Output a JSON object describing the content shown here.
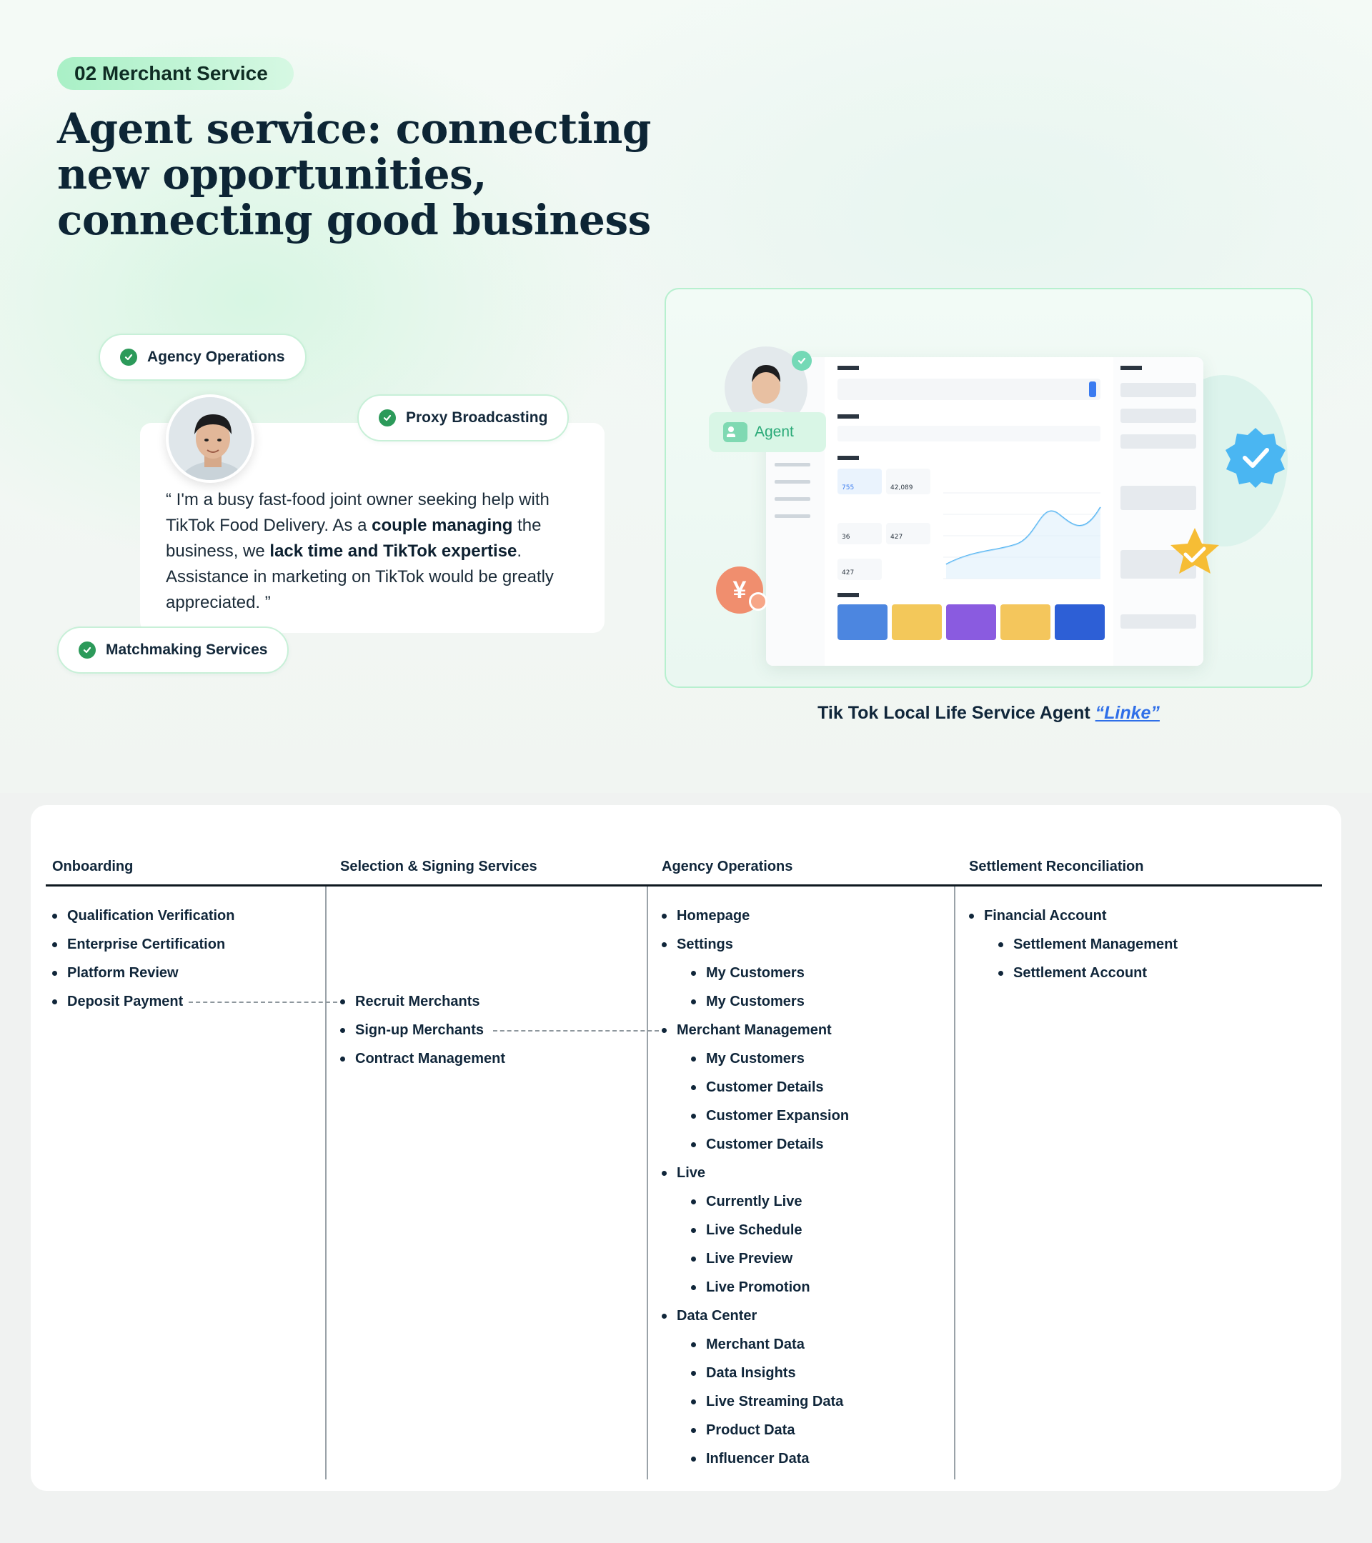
{
  "section_tag": "02 Merchant Service",
  "hero": {
    "title_lines": [
      "Agent service: connecting",
      "new opportunities,",
      "connecting good business"
    ]
  },
  "chips": {
    "agency_operations": "Agency Operations",
    "proxy_broadcasting": "Proxy Broadcasting",
    "matchmaking_services": "Matchmaking Services"
  },
  "quote": {
    "open": "“ I'm a busy fast-food joint owner seeking help with TikTok Food Delivery. As a ",
    "bold1": "couple managing",
    "mid1": " the business, we ",
    "bold2": "lack time and TikTok expertise",
    "end": ". Assistance in marketing on TikTok would be greatly appreciated. ”"
  },
  "showcase": {
    "agent_label": "Agent",
    "caption_text": "Tik Tok Local Life Service Agent ",
    "caption_link": "“Linke”",
    "dashboard": {
      "metrics": [
        "755",
        "42,089",
        "36",
        "427",
        "427"
      ],
      "accent": "#3aa0f0"
    }
  },
  "sitemap": {
    "columns": [
      {
        "title": "Onboarding",
        "items": [
          {
            "label": "Qualification Verification",
            "level": 1
          },
          {
            "label": "Enterprise Certification",
            "level": 1
          },
          {
            "label": "Platform Review",
            "level": 1
          },
          {
            "label": "Deposit Payment",
            "level": 1
          }
        ]
      },
      {
        "title": "Selection & Signing Services",
        "items": [
          {
            "label": "Recruit Merchants",
            "level": 1
          },
          {
            "label": "Sign-up Merchants",
            "level": 1
          },
          {
            "label": "Contract Management",
            "level": 1
          }
        ]
      },
      {
        "title": "Agency Operations",
        "items": [
          {
            "label": "Homepage",
            "level": 1
          },
          {
            "label": "Settings",
            "level": 1
          },
          {
            "label": "My Customers",
            "level": 2
          },
          {
            "label": "My Customers",
            "level": 2
          },
          {
            "label": "Merchant Management",
            "level": 1
          },
          {
            "label": "My Customers",
            "level": 2
          },
          {
            "label": "Customer Details",
            "level": 2
          },
          {
            "label": "Customer Expansion",
            "level": 2
          },
          {
            "label": "Customer Details",
            "level": 2
          },
          {
            "label": "Live",
            "level": 1
          },
          {
            "label": "Currently Live",
            "level": 2
          },
          {
            "label": "Live Schedule",
            "level": 2
          },
          {
            "label": "Live Preview",
            "level": 2
          },
          {
            "label": "Live Promotion",
            "level": 2
          },
          {
            "label": "Data Center",
            "level": 1
          },
          {
            "label": "Merchant Data",
            "level": 2
          },
          {
            "label": "Data Insights",
            "level": 2
          },
          {
            "label": "Live Streaming Data",
            "level": 2
          },
          {
            "label": "Product Data",
            "level": 2
          },
          {
            "label": "Influencer Data",
            "level": 2
          }
        ]
      },
      {
        "title": "Settlement Reconciliation",
        "items": [
          {
            "label": "Financial Account",
            "level": 1
          },
          {
            "label": "Settlement Management",
            "level": 2
          },
          {
            "label": "Settlement Account",
            "level": 2
          }
        ]
      }
    ]
  },
  "colors": {
    "brand_green": "#2c9a5a",
    "link_blue": "#2f6fe8",
    "ink": "#10263a"
  }
}
